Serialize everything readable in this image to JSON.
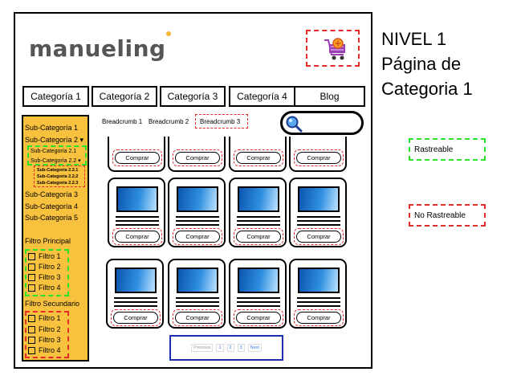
{
  "header": {
    "logo_text": "manueling",
    "logo_dot_color": "#f5b335",
    "cart_icon": "shopping-cart-add-icon"
  },
  "nav": {
    "categories": [
      "Categoría 1",
      "Categoría 2",
      "Categoría 3",
      "Categoría 4",
      "Blog"
    ]
  },
  "sidebar": {
    "subcategories": [
      "Sub-Categoría 1",
      "Sub-Categoría 2 ▾",
      "Sub-Categoría 3",
      "Sub-Categoría 4",
      "Sub-Categoría 5"
    ],
    "nested": [
      "Sub-Categoría 2.1",
      "Sub-Categoría 2.2 ▾"
    ],
    "deep_nested": [
      "Sub-Categoría 2.2.1",
      "Sub-Categoría 2.2.2",
      "Sub-Categoría 2.2.3"
    ],
    "filter_primary_title": "Filtro Principal",
    "filter_primary": [
      "Filtro 1",
      "Filtro 2",
      "Filtro 3",
      "Filtro 4"
    ],
    "filter_secondary_title": "Filtro Secundario",
    "filter_secondary": [
      "Filtro 1",
      "Filtro 2",
      "Filtro 3",
      "Filtro 4"
    ],
    "background_color": "#f8c23e"
  },
  "breadcrumbs": [
    "Breadcrumb 1",
    "Breadcrumb 2",
    "Breadcrumb 3"
  ],
  "search": {
    "icon": "search-icon"
  },
  "products": {
    "buy_label": "Comprar"
  },
  "pagination": {
    "items": [
      "Previous",
      "1",
      "2",
      "3",
      "Next"
    ]
  },
  "annotations": {
    "title_lines": [
      "NIVEL 1",
      "Página de",
      "Categoria 1"
    ],
    "legend_crawlable": "Rastreable",
    "legend_crawlable_color": "#29e229",
    "legend_not_crawlable": "No Rastreable",
    "legend_not_crawlable_color": "#e52a2a"
  }
}
